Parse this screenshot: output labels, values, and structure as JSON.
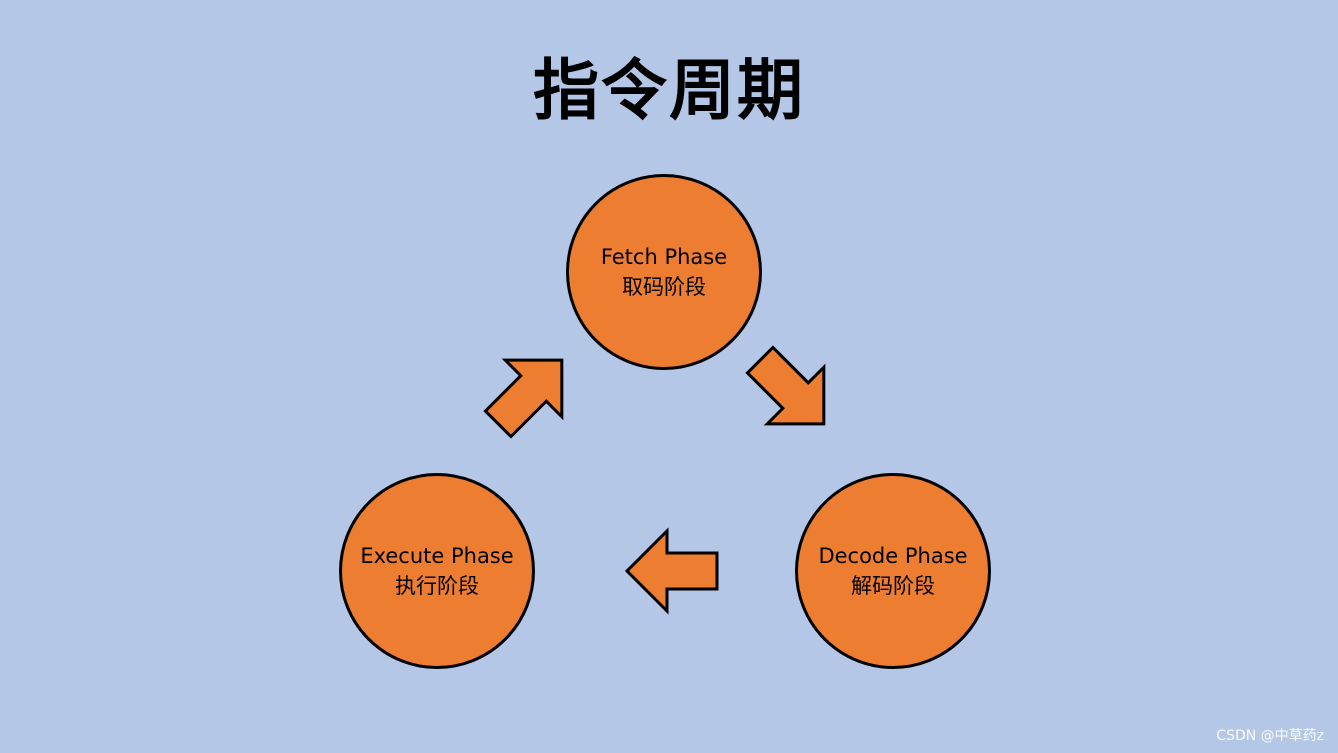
{
  "title": "指令周期",
  "phases": {
    "fetch": {
      "en": "Fetch Phase",
      "zh": "取码阶段"
    },
    "decode": {
      "en": "Decode Phase",
      "zh": "解码阶段"
    },
    "execute": {
      "en": "Execute Phase",
      "zh": "执行阶段"
    }
  },
  "watermark": "CSDN @中草药z",
  "colors": {
    "background": "#b4c7e7",
    "node_fill": "#ed7d31",
    "outline": "#000000"
  }
}
